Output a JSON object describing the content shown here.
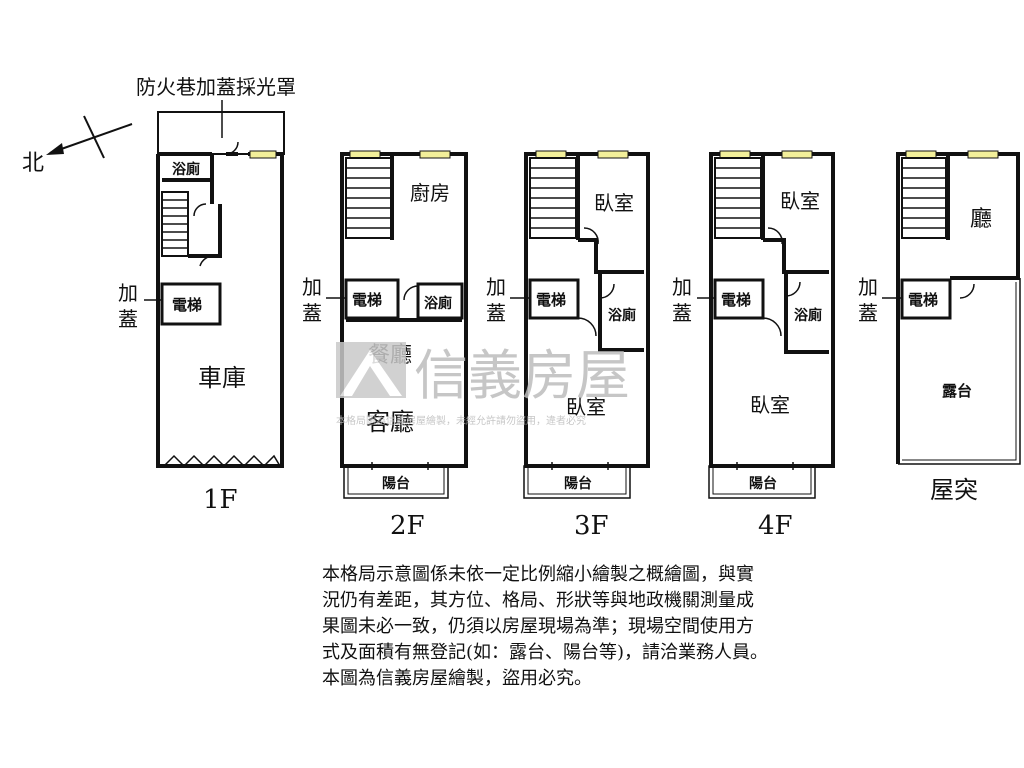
{
  "compass": {
    "north": "北"
  },
  "floors": {
    "f1": {
      "name": "1F",
      "top_label": "防火巷加蓋採光罩",
      "rooms": {
        "bath": "浴廁",
        "elevator": "電梯",
        "garage": "車庫"
      },
      "side_label": [
        "加",
        "蓋"
      ]
    },
    "f2": {
      "name": "2F",
      "rooms": {
        "kitchen": "廚房",
        "elevator": "電梯",
        "bath": "浴廁",
        "dining": "餐廳",
        "living": "客廳",
        "balcony": "陽台"
      },
      "side_label": [
        "加",
        "蓋"
      ]
    },
    "f3": {
      "name": "3F",
      "rooms": {
        "bedroom_top": "臥室",
        "elevator": "電梯",
        "bath": "浴廁",
        "bedroom_bottom": "臥室",
        "balcony": "陽台"
      },
      "side_label": [
        "加",
        "蓋"
      ]
    },
    "f4": {
      "name": "4F",
      "rooms": {
        "bedroom_top": "臥室",
        "elevator": "電梯",
        "bath": "浴廁",
        "bedroom_bottom": "臥室",
        "balcony": "陽台"
      },
      "side_label": [
        "加",
        "蓋"
      ]
    },
    "roof": {
      "name": "屋突",
      "rooms": {
        "hall": "廳",
        "elevator": "電梯",
        "terrace": "露台"
      },
      "side_label": [
        "加",
        "蓋"
      ]
    }
  },
  "watermark": {
    "brand": "信義房屋",
    "subtitle": "本格局圖為信義房屋繪製，未經允許請勿盜用，違者必究"
  },
  "disclaimer": [
    "本格局示意圖係未依一定比例縮小繪製之概繪圖，與實",
    "況仍有差距，其方位、格局、形狀等與地政機關測量成",
    "果圖未必一致，仍須以房屋現場為準；現場空間使用方",
    "式及面積有無登記(如：露台、陽台等)，請洽業務人員。",
    "本圖為信義房屋繪製，盜用必究。"
  ],
  "colors": {
    "window": "#f2ef9a",
    "ink": "#111111",
    "watermark": "#bdbdbd"
  }
}
